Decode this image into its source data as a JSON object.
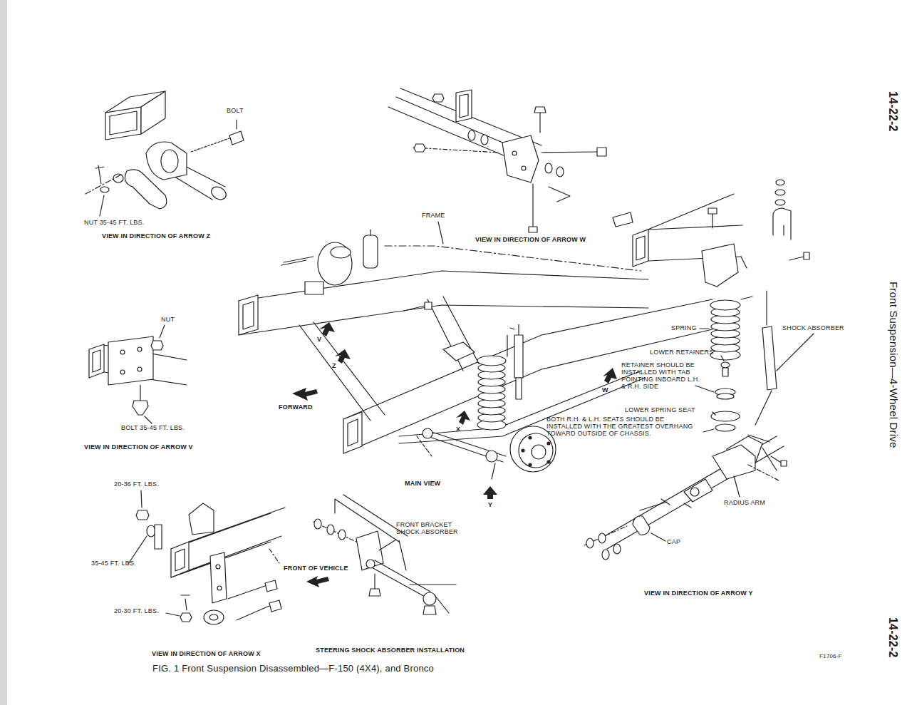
{
  "diagram": {
    "caption": "FIG. 1 Front Suspension Disassembled—F-150 (4X4), and Bronco",
    "labels": [
      "14-22-2",
      "Front Suspension—4-Wheel Drive",
      "14-22-2",
      "BOLT",
      "NUT 35-45 FT. LBS.",
      "VIEW IN DIRECTION OF ARROW Z",
      "FRAME",
      "VIEW IN DIRECTION OF ARROW W",
      "NUT",
      "V",
      "Z",
      "FORWARD",
      "X",
      "W",
      "BOLT 35-45 FT. LBS.",
      "VIEW IN DIRECTION OF ARROW V",
      "SPRING",
      "SHOCK ABSORBER",
      "LOWER RETAINERS",
      "RETAINER SHOULD BE INSTALLED WITH TAB POINTING INBOARD L.H. & R.H. SIDE",
      "LOWER SPRING SEAT",
      "BOTH R.H. & L.H. SEATS SHOULD BE INSTALLED WITH THE GREATEST OVERHANG TOWARD OUTSIDE OF CHASSIS.",
      "MAIN VIEW",
      "Y",
      "RADIUS ARM",
      "20-36 FT. LBS.",
      "35-45 FT. LBS.",
      "FRONT BRACKET SHOCK ABSORBER",
      "FRONT OF VEHICLE",
      "CAP",
      "20-30 FT. LBS.",
      "VIEW IN DIRECTION OF ARROW Y",
      "VIEW IN DIRECTION OF ARROW X",
      "STEERING SHOCK ABSORBER INSTALLATION",
      "F1706-F"
    ]
  }
}
